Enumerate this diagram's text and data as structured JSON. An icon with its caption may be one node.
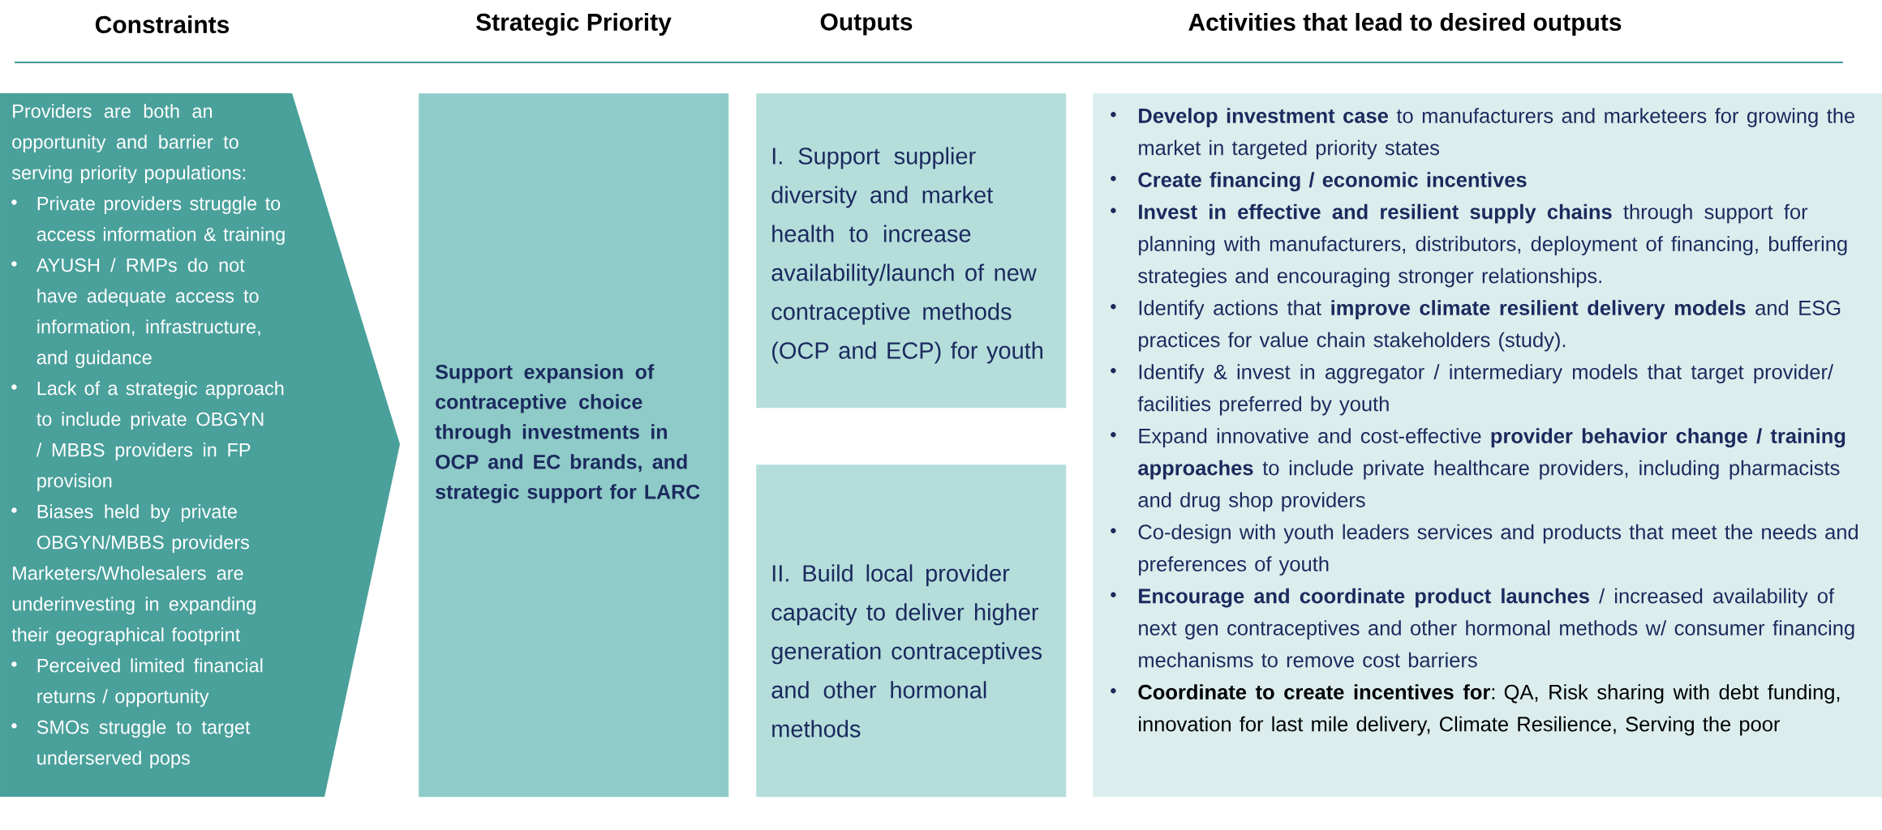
{
  "diagram": {
    "nodes": [
      {
        "text": [
          "Providers are both an opportunity and barrier to serving priority populations:",
          "Private providers struggle to access information & training",
          "AYUSH / RMPs do not have adequate access to information, infrastructure, and guidance",
          "Lack of a strategic approach to include private OBGYN / MBBS providers in FP provision",
          "Biases held by private OBGYN/MBBS providers",
          "Marketers/Wholesalers are underinvesting in expanding their geographical footprint",
          "Perceived limited financial returns / opportunity",
          "SMOs struggle to target underserved pops"
        ]
      },
      {
        "text": [
          "Support expansion of contraceptive choice through investments in OCP and EC brands, and strategic support for LARC"
        ]
      },
      {
        "text": [
          "I. Support supplier diversity and market health to increase availability/launch of new contraceptive methods (OCP and ECP) for youth"
        ]
      },
      {
        "text": [
          "II. Build local provider capacity to deliver higher generation contraceptives and other hormonal methods"
        ]
      },
      {
        "text": [
          "**Develop investment case** to manufacturers and marketeers for growing the market in targeted priority states",
          "Create financing / economic incentives",
          "**Invest in effective and resilient supply chains** through support for planning with manufacturers, distributors, deployment of financing, buffering strategies and encouraging stronger relationships.",
          "Identify actions that **improve climate resilient delivery models** and ESG practices for value chain stakeholders (study).",
          "Identify & invest in aggregator / intermediary models that target provider/ facilities preferred by youth",
          "Expand innovative and cost-effective **provider behavior change / training approaches** to include private healthcare providers, including pharmacists and drug shop providers",
          "Co-design with youth leaders services and products that meet the needs and preferences of youth",
          "**Encourage and coordinate product launches** / increased availability of next gen contraceptives and other hormonal methods w/ consumer financing mechanisms to remove cost barriers",
          "**Coordinate to create incentives for**: QA, Risk sharing with debt funding, innovation for last mile delivery, Climate Resilience, Serving the poor"
        ]
      }
    ],
    "labels": [
      "Constraints",
      "Strategic Priority",
      "Outputs",
      "Activities that lead to desired outputs"
    ]
  }
}
